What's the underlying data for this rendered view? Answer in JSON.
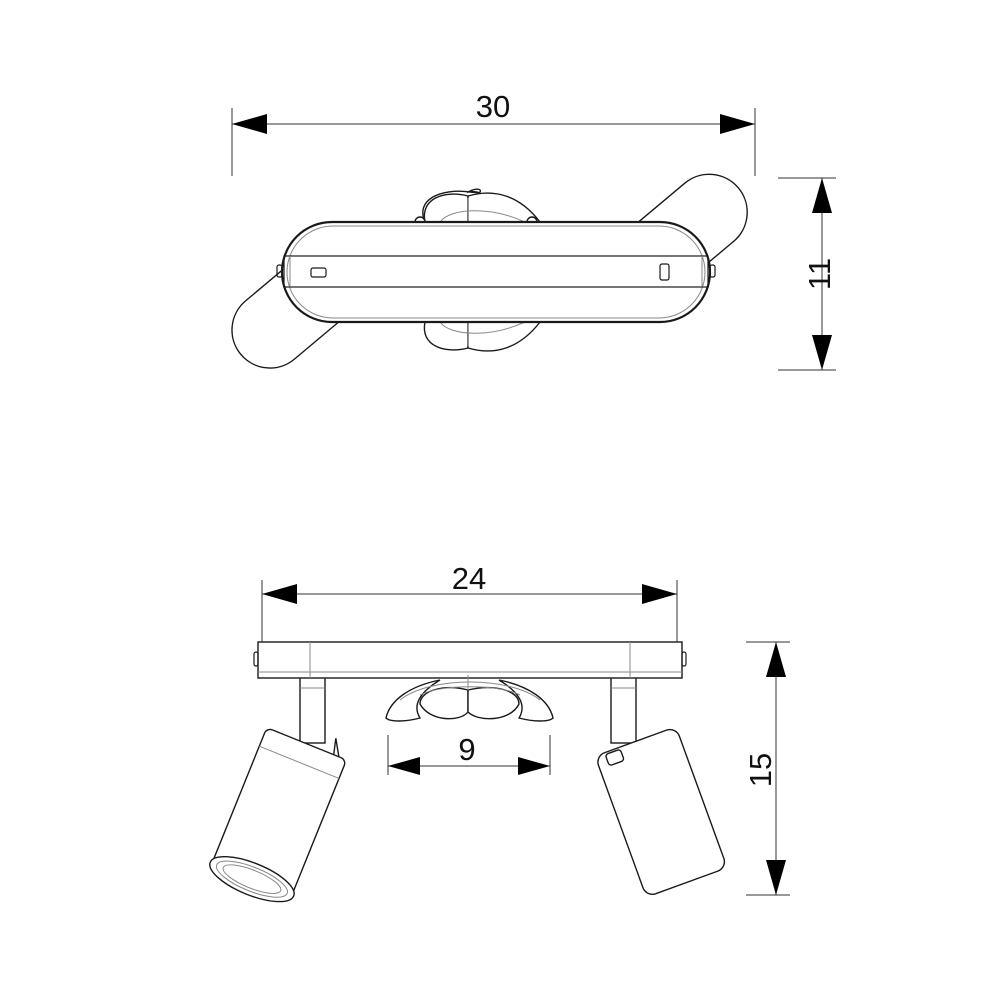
{
  "top_view": {
    "width_label": "30",
    "depth_label": "11"
  },
  "front_view": {
    "bar_width_label": "24",
    "rosette_width_label": "9",
    "height_label": "15"
  }
}
